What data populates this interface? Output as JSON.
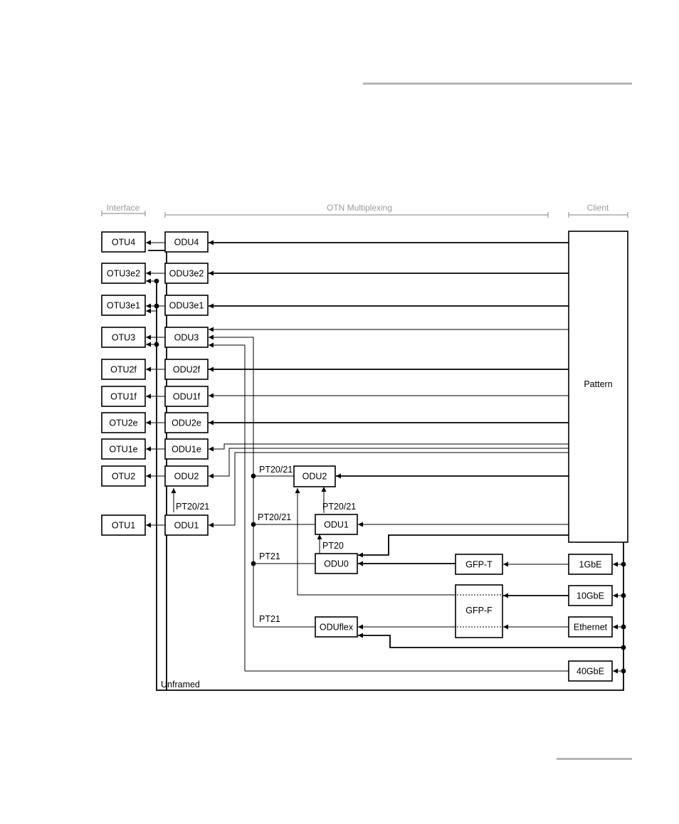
{
  "headers": {
    "interface": "Interface",
    "multiplexing": "OTN Multiplexing",
    "client": "Client"
  },
  "interface_boxes": [
    "OTU4",
    "OTU3e2",
    "OTU3e1",
    "OTU3",
    "OTU2f",
    "OTU1f",
    "OTU2e",
    "OTU1e",
    "OTU2",
    "OTU1"
  ],
  "mux_boxes": [
    "ODU4",
    "ODU3e2",
    "ODU3e1",
    "ODU3",
    "ODU2f",
    "ODU1f",
    "ODU2e",
    "ODU1e",
    "ODU2",
    "ODU1"
  ],
  "inner_boxes": {
    "odu2": "ODU2",
    "odu1": "ODU1",
    "odu0": "ODU0",
    "oduflex": "ODUflex",
    "gfpt": "GFP-T",
    "gfpf": "GFP-F"
  },
  "client_boxes": {
    "pattern": "Pattern",
    "gbe1": "1GbE",
    "gbe10": "10GbE",
    "ethernet": "Ethernet",
    "gbe40": "40GbE"
  },
  "labels": {
    "pt_odu1_to_odu2": "PT20/21",
    "pt_inner_odu2": "PT20/21",
    "pt_inner_odu1_top": "PT20/21",
    "pt_inner_odu1": "PT20/21",
    "pt_odu0_up": "PT20",
    "pt_odu0": "PT21",
    "pt_oduflex": "PT21",
    "unframed": "Unframed"
  }
}
